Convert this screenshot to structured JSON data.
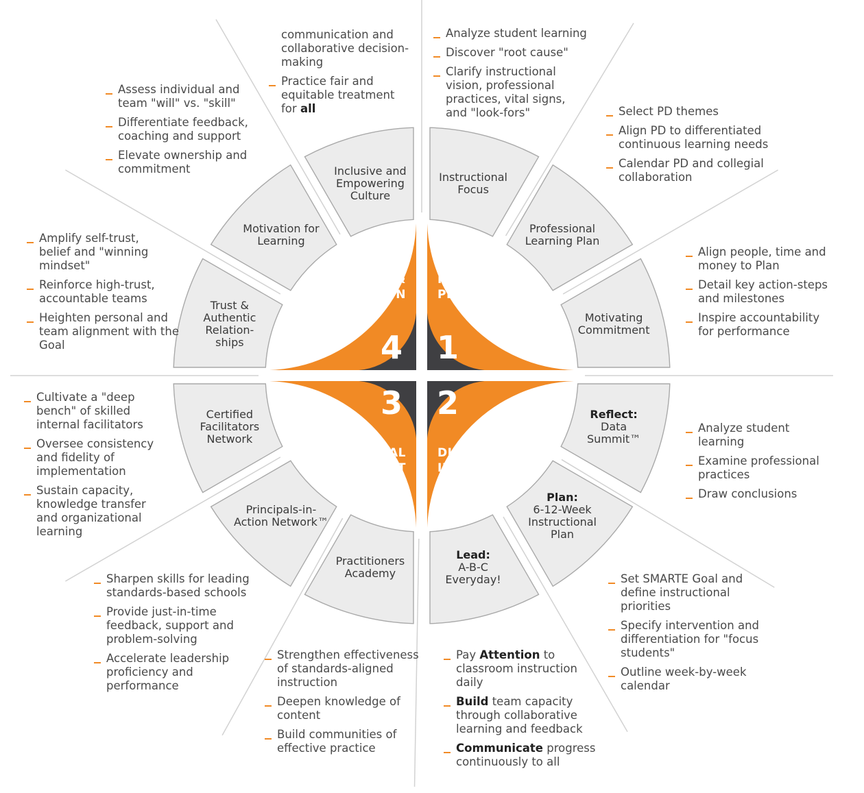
{
  "colors": {
    "accent": "#f18a25",
    "hub": "#3f3f42",
    "segment_fill": "#ececec",
    "segment_stroke": "#a9a9a9"
  },
  "quadrants": [
    {
      "number": "1",
      "title_lines": [
        "IMPROVEMENT",
        "PLAN"
      ]
    },
    {
      "number": "2",
      "title_lines": [
        "DISCIPLINED",
        "IMPLEMEN-",
        "TATION"
      ]
    },
    {
      "number": "3",
      "title_lines": [
        "PROFESSIONAL",
        "DEVELOPMENT"
      ]
    },
    {
      "number": "4",
      "title_lines": [
        "TRUST &",
        "MOTIVATION"
      ]
    }
  ],
  "segments": [
    {
      "prefix": "",
      "lines": [
        "Instructional",
        "Focus"
      ]
    },
    {
      "prefix": "",
      "lines": [
        "Professional",
        "Learning Plan"
      ]
    },
    {
      "prefix": "",
      "lines": [
        "Motivating",
        "Commitment"
      ]
    },
    {
      "prefix": "Reflect:",
      "lines": [
        "Data",
        "Summit™"
      ]
    },
    {
      "prefix": "Plan:",
      "lines": [
        "6-12-Week",
        "Instructional",
        "Plan"
      ]
    },
    {
      "prefix": "Lead:",
      "lines": [
        "A-B-C",
        "Everyday!"
      ]
    },
    {
      "prefix": "",
      "lines": [
        "Practitioners",
        "Academy"
      ]
    },
    {
      "prefix": "",
      "lines": [
        "Principals-in-",
        "Action Network™"
      ]
    },
    {
      "prefix": "",
      "lines": [
        "Certified",
        "Facilitators",
        "Network"
      ]
    },
    {
      "prefix": "",
      "lines": [
        "Trust &",
        "Authentic",
        "Relation-",
        "ships"
      ]
    },
    {
      "prefix": "",
      "lines": [
        "Motivation for",
        "Learning"
      ]
    },
    {
      "prefix": "",
      "lines": [
        "Inclusive and",
        "Empowering",
        "Culture"
      ]
    }
  ],
  "details": {
    "inclusive_culture": [
      "communication and collaborative decision-making",
      "Practice fair and equitable treatment for"
    ],
    "inclusive_culture_bold": "all",
    "instructional_focus": [
      "Analyze student learning",
      "Discover \"root cause\"",
      "Clarify instructional vision, professional practices, vital signs, and \"look-fors\""
    ],
    "professional_learning_plan": [
      "Select PD themes",
      "Align PD to differentiated continuous learning needs",
      "Calendar PD and collegial collaboration"
    ],
    "motivating_commitment": [
      "Align people, time and money to Plan",
      "Detail key action-steps and milestones",
      "Inspire accountability for performance"
    ],
    "data_summit": [
      "Analyze student learning",
      "Examine professional practices",
      "Draw conclusions"
    ],
    "instructional_plan": [
      "Set SMARTE Goal and define instructional priorities",
      "Specify intervention and differentiation for \"focus students\"",
      "Outline week-by-week calendar"
    ],
    "abc_everyday": [
      {
        "bold": "",
        "pre": "Pay ",
        "mid": "Attention",
        "post": " to classroom instruction daily"
      },
      {
        "bold": "Build",
        "pre": "",
        "mid": "",
        "post": " team capacity through collaborative learning and feedback"
      },
      {
        "bold": "Communicate",
        "pre": "",
        "mid": "",
        "post": " progress continuously to all"
      }
    ],
    "practitioners_academy": [
      "Strengthen effectiveness of standards-aligned instruction",
      "Deepen knowledge of content",
      "Build communities of effective practice"
    ],
    "principals_network": [
      "Sharpen skills for leading standards-based schools",
      "Provide just-in-time feedback, support and problem-solving",
      "Accelerate leadership proficiency and performance"
    ],
    "facilitators_network": [
      "Cultivate a \"deep bench\" of skilled internal facilitators",
      "Oversee consistency and fidelity of implementation",
      "Sustain capacity, knowledge transfer and organizational learning"
    ],
    "trust_relationships": [
      "Amplify self-trust, belief and \"winning mindset\"",
      "Reinforce high-trust, accountable teams",
      "Heighten personal and team alignment with the Goal"
    ],
    "motivation_learning": [
      "Assess individual and team \"will\" vs. \"skill\"",
      "Differentiate feedback, coaching and support",
      "Elevate ownership and commitment"
    ]
  }
}
